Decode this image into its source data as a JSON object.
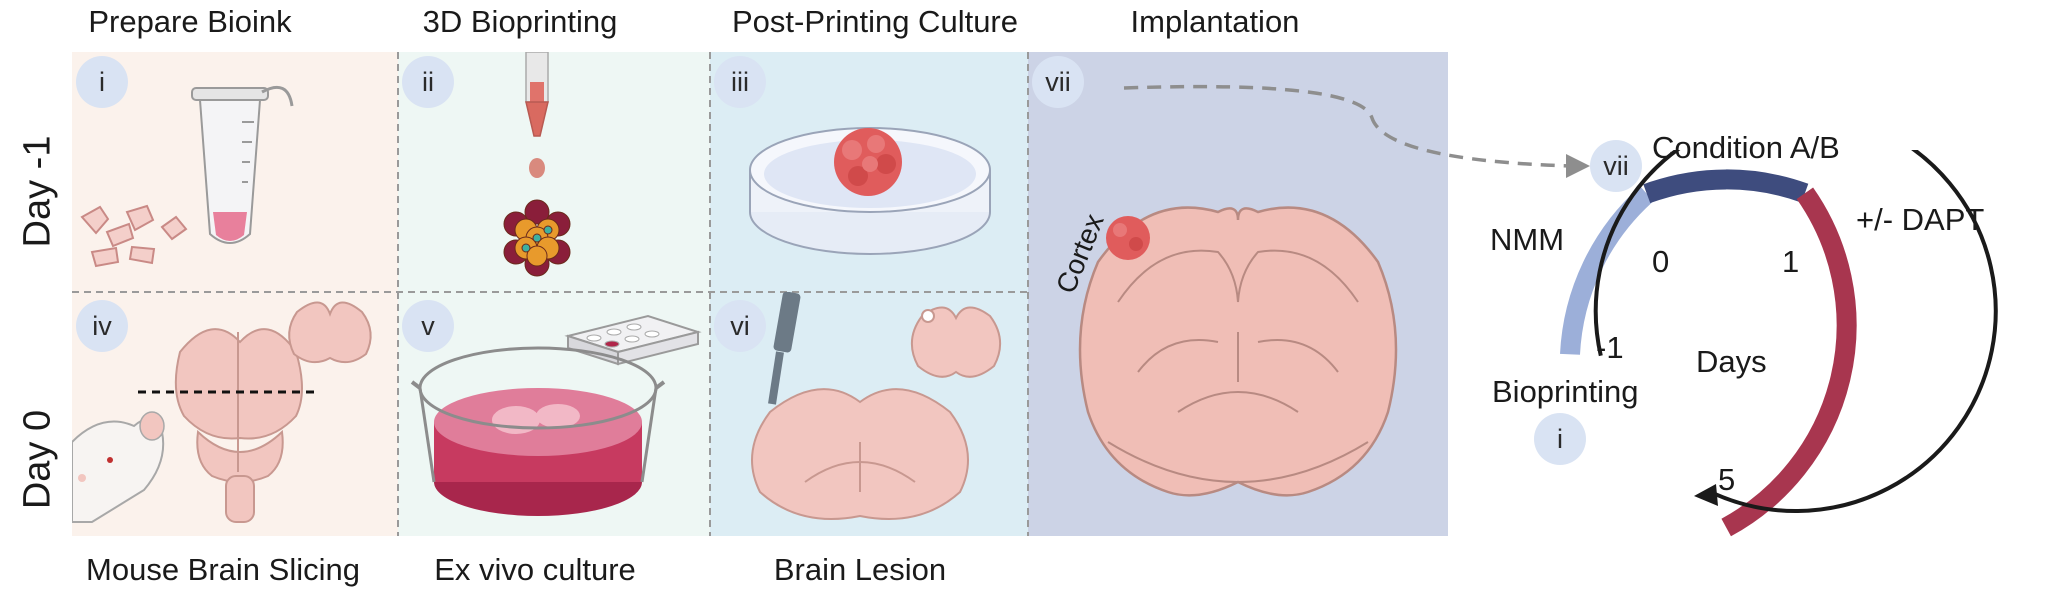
{
  "columns": {
    "prepare_bioink": "Prepare Bioink",
    "bioprinting_3d": "3D Bioprinting",
    "post_printing_culture": "Post-Printing Culture",
    "implantation": "Implantation"
  },
  "rows": {
    "day_minus_1": "Day -1",
    "day_0": "Day 0"
  },
  "bottom_labels": {
    "mouse_brain_slicing": "Mouse Brain Slicing",
    "ex_vivo_culture": "Ex vivo culture",
    "brain_lesion": "Brain Lesion"
  },
  "panels": {
    "i": "i",
    "ii": "ii",
    "iii": "iii",
    "iv": "iv",
    "v": "v",
    "vi": "vi",
    "vii": "vii"
  },
  "implant_label": "Cortex",
  "timeline": {
    "nmm": "NMM",
    "condition": "Condition A/B",
    "dapt": "+/- DAPT",
    "days_label": "Days",
    "bioprinting": "Bioprinting",
    "tick_minus1": "-1",
    "tick_0": "0",
    "tick_1": "1",
    "tick_5": "5",
    "badge_vii": "vii",
    "badge_i": "i"
  },
  "colors": {
    "bioink_bg": "#fbf2ec",
    "printing_bg": "#eef7f4",
    "culture_bg": "#dcedf4",
    "implant_bg": "#ccd3e6",
    "badge": "#d9e3f3",
    "nmm_arc": "#9cafd9",
    "condition_arc": "#3e4c7e",
    "dapt_arc": "#a8364f"
  }
}
